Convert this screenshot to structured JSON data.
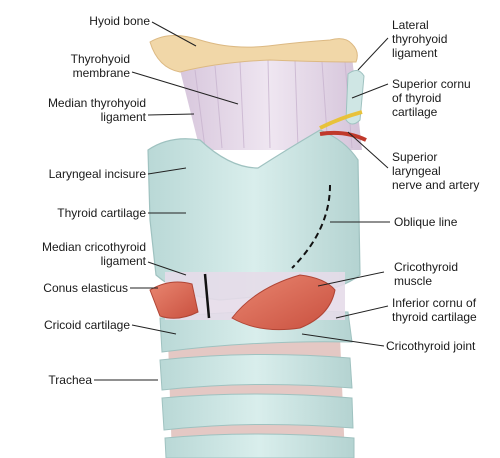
{
  "labels": {
    "hyoid_bone": "Hyoid bone",
    "thyrohyoid_membrane_1": "Thyrohyoid",
    "thyrohyoid_membrane_2": "membrane",
    "median_thyrohyoid_1": "Median thyrohyoid",
    "median_thyrohyoid_2": "ligament",
    "laryngeal_incisure": "Laryngeal incisure",
    "thyroid_cartilage": "Thyroid cartilage",
    "median_cricothyroid_1": "Median cricothyroid",
    "median_cricothyroid_2": "ligament",
    "conus_elasticus": "Conus elasticus",
    "cricoid_cartilage": "Cricoid cartilage",
    "trachea": "Trachea",
    "lateral_thyrohyoid_1": "Lateral",
    "lateral_thyrohyoid_2": "thyrohyoid",
    "lateral_thyrohyoid_3": "ligament",
    "superior_cornu_1": "Superior cornu",
    "superior_cornu_2": "of thyroid",
    "superior_cornu_3": "cartilage",
    "superior_laryngeal_1": "Superior",
    "superior_laryngeal_2": "laryngeal",
    "superior_laryngeal_3": "nerve and artery",
    "oblique_line": "Oblique line",
    "cricothyroid_muscle_1": "Cricothyroid",
    "cricothyroid_muscle_2": "muscle",
    "inferior_cornu_1": "Inferior cornu of",
    "inferior_cornu_2": "thyroid cartilage",
    "cricothyroid_joint": "Cricothyroid joint"
  },
  "colors": {
    "bone": "#f1d7a8",
    "membrane": "#e6dbe9",
    "cartilage": "#c9e3e2",
    "muscle": "#d8604e",
    "nerve": "#e8c23a",
    "artery": "#c0392b",
    "leader": "#222222"
  }
}
